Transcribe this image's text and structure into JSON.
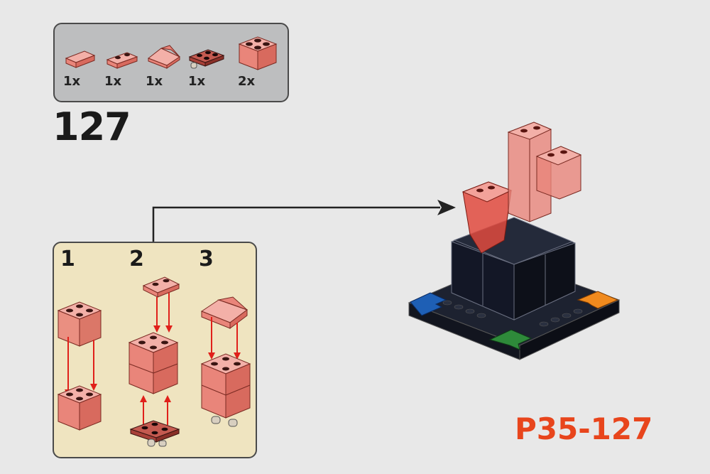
{
  "parts_list": {
    "items": [
      {
        "name": "tile-1x2-trans-red",
        "qty": "1x"
      },
      {
        "name": "plate-1x2-trans-red",
        "qty": "1x"
      },
      {
        "name": "slope-1x2-trans-red",
        "qty": "1x"
      },
      {
        "name": "plate-2x2-wheels-dark",
        "qty": "1x"
      },
      {
        "name": "brick-2x2-trans-red",
        "qty": "2x"
      }
    ]
  },
  "step": {
    "number": "127"
  },
  "substeps": [
    {
      "number": "1"
    },
    {
      "number": "2"
    },
    {
      "number": "3"
    }
  ],
  "page_ref": "P35-127",
  "colors": {
    "background": "#e8e8e8",
    "parts_box": "#bdbebf",
    "sub_box": "#efe4c0",
    "trans_red": "#e9857a",
    "arrow_red": "#e0201a",
    "page_ref": "#e8451c",
    "blue": "#1e5fb5",
    "orange": "#f08a1e",
    "green": "#2e8a3a"
  }
}
